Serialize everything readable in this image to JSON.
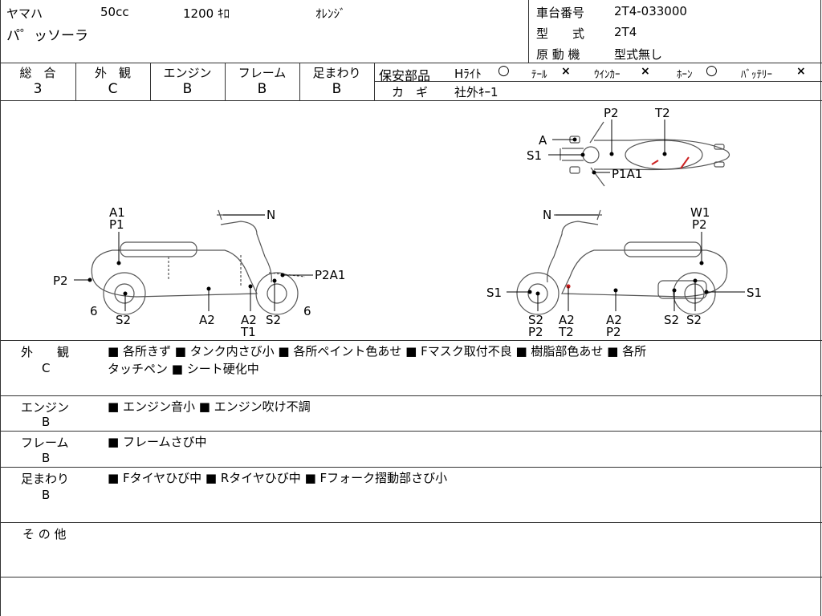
{
  "header": {
    "maker": "ヤマハ",
    "displacement": "50cc",
    "mileage": "1200 ｷﾛ",
    "color": "ｵﾚﾝｼﾞ",
    "model_name": "パ゜ッソーラ",
    "frame_no_label": "車台番号",
    "frame_no": "2T4-033000",
    "type_label": "型　　式",
    "type_value": "2T4",
    "engine_label": "原 動 機",
    "engine_value": "型式無し"
  },
  "grades": {
    "overall_label": "総　合",
    "overall": "3",
    "exterior_label": "外　観",
    "exterior": "C",
    "engine_label": "エンジン",
    "engine": "B",
    "frame_label": "フレーム",
    "frame": "B",
    "suspension_label": "足まわり",
    "suspension": "B"
  },
  "safety": {
    "label": "保安部品",
    "headlight_label": "Hﾗｲﾄ",
    "headlight_mark": "○",
    "tail_label": "ﾃｰﾙ",
    "tail_mark": "×",
    "winker_label": "ｳｲﾝｶｰ",
    "winker_mark": "×",
    "horn_label": "ﾎｰﾝ",
    "horn_mark": "○",
    "battery_label": "ﾊﾞｯﾃﾘｰ",
    "battery_mark": "×",
    "key_label": "カ　ギ",
    "key_value": "社外ｷｰ1"
  },
  "diagram_labels": {
    "top_A": "A",
    "top_S1": "S1",
    "top_P2": "P2",
    "top_T2": "T2",
    "top_P1A1": "P1A1",
    "left_A1": "A1",
    "left_P1": "P1",
    "left_N": "N",
    "left_P2": "P2",
    "left_P2A1": "P2A1",
    "left_6a": "6",
    "left_S2a": "S2",
    "left_A2": "A2",
    "left_A2T1_a": "A2",
    "left_A2T1_b": "T1",
    "left_S2b": "S2",
    "left_6b": "6",
    "right_N": "N",
    "right_W1": "W1",
    "right_P2": "P2",
    "right_S1a": "S1",
    "right_S1b": "S1",
    "right_S2P2_a": "S2",
    "right_S2P2_b": "P2",
    "right_A2T2_a": "A2",
    "right_A2T2_b": "T2",
    "right_A2P2_a": "A2",
    "right_A2P2_b": "P2",
    "right_S2a": "S2",
    "right_S2b": "S2"
  },
  "notes": {
    "exterior_label": "外　　観",
    "exterior_grade": "C",
    "exterior_line1": "■ 各所きず ■ タンク内さび小 ■ 各所ペイント色あせ ■ Fマスク取付不良 ■ 樹脂部色あせ ■ 各所",
    "exterior_line2": "タッチペン ■ シート硬化中",
    "engine_label": "エンジン",
    "engine_grade": "B",
    "engine_text": "■ エンジン音小 ■ エンジン吹け不調",
    "frame_label": "フレーム",
    "frame_grade": "B",
    "frame_text": "■ フレームさび中",
    "suspension_label": "足まわり",
    "suspension_grade": "B",
    "suspension_text": "■ Fタイヤひび中 ■ Rタイヤひび中 ■ Fフォーク摺動部さび小",
    "other_label": "そ の 他"
  }
}
